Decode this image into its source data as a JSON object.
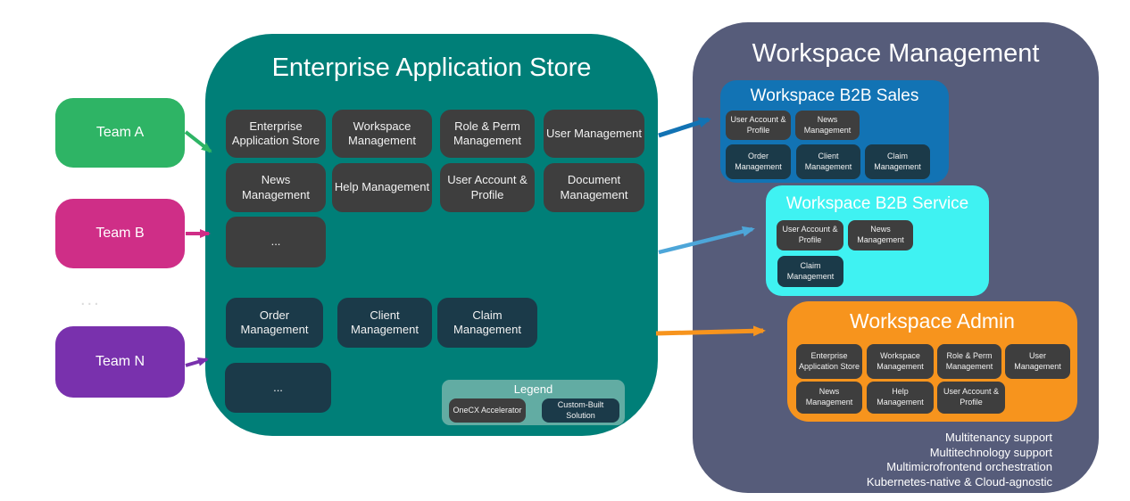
{
  "colors": {
    "store_panel": "#007f78",
    "workspace_panel": "#565c7a",
    "accelerator_box": "#3e3e3e",
    "custom_built_box": "#1b3a49",
    "legend_panel": "#62aca3",
    "b2b_sales": "#1273b4",
    "b2b_service": "#3ff2f2",
    "workspace_admin": "#f7941d",
    "team_a": "#2eb465",
    "team_b": "#cf2e87",
    "team_n": "#7931ad",
    "arrow_light_blue": "#4da6d9"
  },
  "teams": [
    {
      "label": "Team A"
    },
    {
      "label": "Team B"
    },
    {
      "label": "Team N"
    }
  ],
  "teams_ellipsis": "...",
  "app_store": {
    "title": "Enterprise Application Store",
    "modules": [
      {
        "label": "Enterprise Application Store",
        "type": "accelerator"
      },
      {
        "label": "Workspace Management",
        "type": "accelerator"
      },
      {
        "label": "Role & Perm Management",
        "type": "accelerator"
      },
      {
        "label": "User Management",
        "type": "accelerator"
      },
      {
        "label": "News Management",
        "type": "accelerator"
      },
      {
        "label": "Help Management",
        "type": "accelerator"
      },
      {
        "label": "User Account & Profile",
        "type": "accelerator"
      },
      {
        "label": "Document Management",
        "type": "accelerator"
      },
      {
        "label": "...",
        "type": "accelerator"
      },
      {
        "label": "Order Management",
        "type": "custom"
      },
      {
        "label": "Client Management",
        "type": "custom"
      },
      {
        "label": "Claim Management",
        "type": "custom"
      },
      {
        "label": "...",
        "type": "custom"
      }
    ],
    "legend": {
      "title": "Legend",
      "items": [
        {
          "label": "OneCX Accelerator",
          "type": "accelerator"
        },
        {
          "label": "Custom-Built Solution",
          "type": "custom"
        }
      ]
    }
  },
  "workspace_management": {
    "title": "Workspace Management",
    "workspaces": [
      {
        "title": "Workspace B2B Sales",
        "modules": [
          {
            "label": "User Account & Profile",
            "type": "accelerator"
          },
          {
            "label": "News Management",
            "type": "accelerator"
          },
          {
            "label": "Order Management",
            "type": "custom"
          },
          {
            "label": "Client Management",
            "type": "custom"
          },
          {
            "label": "Claim Management",
            "type": "custom"
          }
        ]
      },
      {
        "title": "Workspace B2B Service",
        "modules": [
          {
            "label": "User Account & Profile",
            "type": "accelerator"
          },
          {
            "label": "News Management",
            "type": "accelerator"
          },
          {
            "label": "Claim Management",
            "type": "custom"
          }
        ]
      },
      {
        "title": "Workspace Admin",
        "modules": [
          {
            "label": "Enterprise Application Store",
            "type": "accelerator"
          },
          {
            "label": "Workspace Management",
            "type": "accelerator"
          },
          {
            "label": "Role & Perm Management",
            "type": "accelerator"
          },
          {
            "label": "User Management",
            "type": "accelerator"
          },
          {
            "label": "News Management",
            "type": "accelerator"
          },
          {
            "label": "Help Management",
            "type": "accelerator"
          },
          {
            "label": "User Account & Profile",
            "type": "accelerator"
          }
        ]
      }
    ],
    "features": [
      "Multitenancy support",
      "Multitechnology support",
      "Multimicrofrontend orchestration",
      "Kubernetes-native & Cloud-agnostic"
    ]
  }
}
